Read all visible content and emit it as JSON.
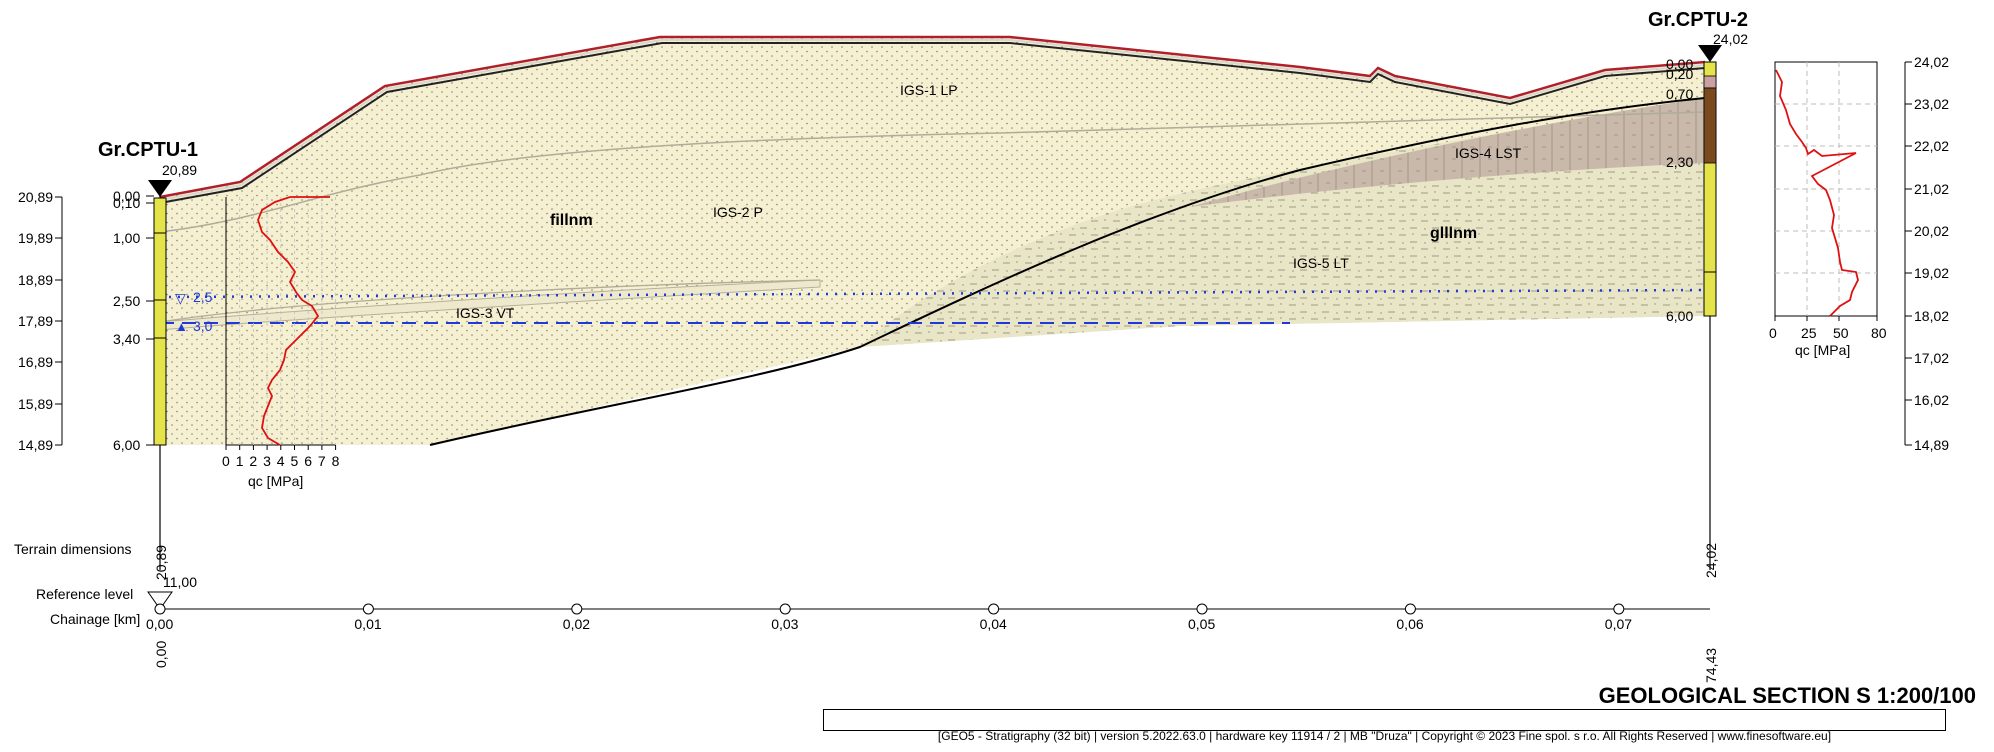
{
  "title": "GEOLOGICAL SECTION S 1:200/100",
  "footer": "[GEO5 - Stratigraphy (32 bit) | version 5.2022.63.0 | hardware key 11914 / 2 | MB \"Druza\" | Copyright © 2023 Fine spol. s r.o. All Rights Reserved | www.finesoftware.eu]",
  "row_labels": {
    "terrain": "Terrain dimensions",
    "reference": "Reference level",
    "chainage": "Chainage [km]"
  },
  "reference_level": "11,00",
  "chainage_ticks": [
    "0,00",
    "0,01",
    "0,02",
    "0,03",
    "0,04",
    "0,05",
    "0,06",
    "0,07"
  ],
  "chainage_start": "0,00",
  "chainage_end": "74,43",
  "boreholes": [
    {
      "name": "Gr.CPTU-1",
      "top_level": "20,89",
      "terrain_dim": "20,89",
      "depths": [
        "0,00",
        "0,10",
        "1,00",
        "2,50",
        "3,40",
        "6,00"
      ],
      "left_axis": [
        "20,89",
        "19,89",
        "18,89",
        "17,89",
        "16,89",
        "15,89",
        "14,89"
      ],
      "water_levels": [
        "2,5",
        "3,0"
      ],
      "cpt_axis_ticks": [
        "0",
        "1",
        "2",
        "3",
        "4",
        "5",
        "6",
        "7",
        "8"
      ],
      "cpt_axis_label": "qc [MPa]"
    },
    {
      "name": "Gr.CPTU-2",
      "top_level": "24,02",
      "terrain_dim": "24,02",
      "depths": [
        "0,00",
        "0,20",
        "0,70",
        "2,30",
        "6,00"
      ],
      "right_axis": [
        "24,02",
        "23,02",
        "22,02",
        "21,02",
        "20,02",
        "19,02",
        "18,02",
        "17,02",
        "16,02",
        "14,89"
      ],
      "cpt_axis_ticks": [
        "0",
        "25",
        "50",
        "80"
      ],
      "cpt_axis_label": "qc [MPa]"
    }
  ],
  "layers": [
    {
      "label": "IGS-1 LP"
    },
    {
      "label": "IGS-2 P"
    },
    {
      "label": "IGS-3 VT"
    },
    {
      "label": "IGS-4 LST"
    },
    {
      "label": "IGS-5 LT"
    }
  ],
  "formations": [
    "fillnm",
    "glllnm"
  ],
  "colors": {
    "fill_sand": "#f6f0d2",
    "fill_lt": "#e7e3c4",
    "fill_lst": "#c9b7a8",
    "borehole_yellow": "#e4e34a",
    "borehole_brown": "#7a4a1e",
    "terrain_red": "#b0202a",
    "water": "#1f3ad6",
    "cpt_line": "#e01010"
  }
}
